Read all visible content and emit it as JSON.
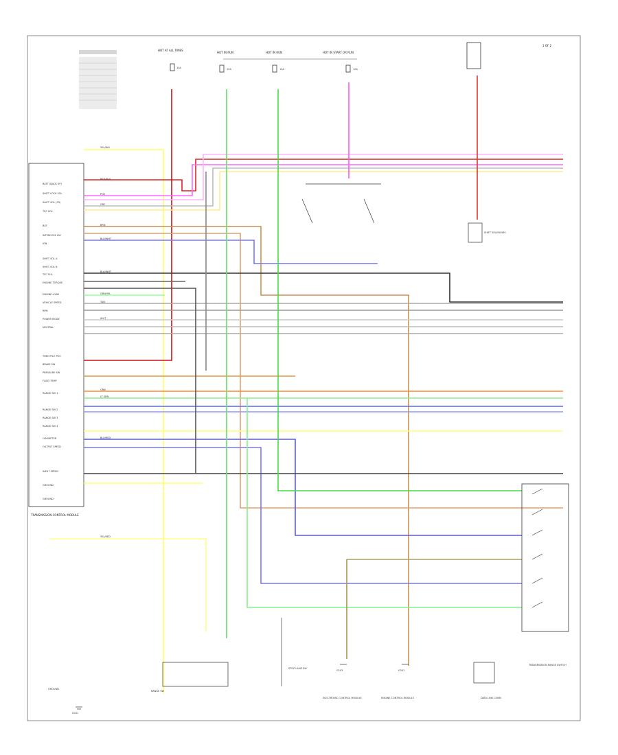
{
  "diagram": {
    "header_right": "1 OF 2",
    "footer_left": "",
    "fuse_labels": [
      "HOT AT ALL TIMES",
      "HOT IN RUN",
      "HOT IN RUN",
      "HOT IN START OR RUN"
    ],
    "fuse_numbers": [
      "10A",
      "15A",
      "10A",
      "10A"
    ],
    "tcm_title": "TRANSMISSION CONTROL MODULE",
    "tcm_pins": [
      "BATT (BACK UP)",
      "SHIFT LOCK SOL",
      "SHIFT SOL (FR)",
      "TCC SOL",
      "BAT",
      "INTERLOCK SW",
      "IGN",
      "SHIFT SOL A",
      "SHIFT SOL B",
      "TCC SOL",
      "ENGINE TORQUE",
      "ENGINE LOAD",
      "VEHICLE SPEED",
      "RPM",
      "POWER MODE",
      "NEUTRAL",
      "THROTTLE POS",
      "BRAKE SW",
      "PRESSURE SW",
      "FLUID TEMP",
      "RANGE SW 1",
      "RANGE SW 2",
      "RANGE SW 3",
      "RANGE SW 4",
      "ODOMETER",
      "OUTPUT SPEED",
      "INPUT SPEED",
      "GROUND",
      "GROUND"
    ],
    "wire_colors": [
      "YEL/BLK",
      "RED/BLU",
      "PNK",
      "GRY",
      "BRN",
      "BLU/WHT",
      "GRN/YEL",
      "BLK/WHT",
      "TAN",
      "ORN",
      "LT GRN",
      "WHT",
      "BLU/RED",
      "YEL/RED"
    ],
    "components": [
      "GROUND",
      "STOP LAMP SW",
      "ENGINE CONTROL MODULE",
      "ELECTRONIC CONTROL MODULE",
      "RANGE SW",
      "DATA LINK CONN",
      "SHIFT SOLENOIDS",
      "TRANSMISSION RANGE SWITCH"
    ],
    "ground_labels": [
      "G101",
      "G103",
      "G201"
    ]
  }
}
